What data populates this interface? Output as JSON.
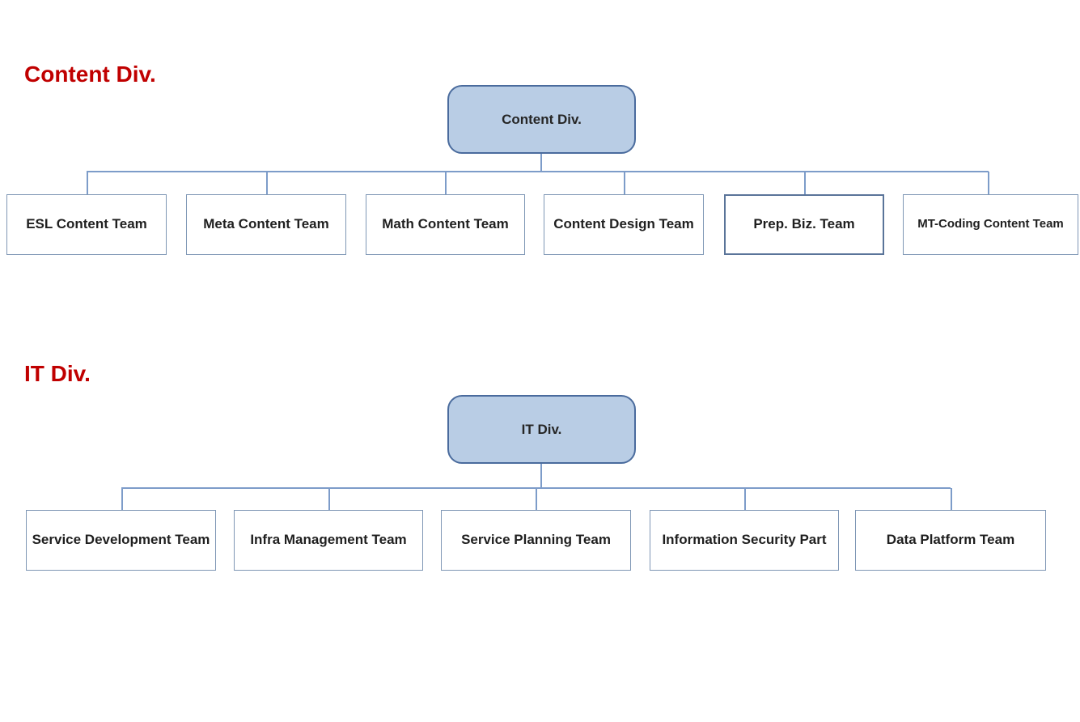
{
  "colors": {
    "heading_red": "#c00000",
    "root_fill": "#b9cde5",
    "root_border": "#4a6b9d",
    "child_border": "#7f97b5",
    "connector_line": "#7d9cc9",
    "label_text": "#1f1f1f"
  },
  "sections": [
    {
      "heading": "Content Div.",
      "root": {
        "label": "Content Div."
      },
      "children": [
        {
          "label": "ESL Content Team"
        },
        {
          "label": "Meta Content Team"
        },
        {
          "label": "Math Content Team"
        },
        {
          "label": "Content Design Team"
        },
        {
          "label": "Prep. Biz. Team"
        },
        {
          "label": "MT-Coding Content Team"
        }
      ]
    },
    {
      "heading": "IT Div.",
      "root": {
        "label": "IT Div."
      },
      "children": [
        {
          "label": "Service Development Team"
        },
        {
          "label": "Infra Management Team"
        },
        {
          "label": "Service Planning Team"
        },
        {
          "label": "Information Security Part"
        },
        {
          "label": "Data Platform Team"
        }
      ]
    }
  ]
}
